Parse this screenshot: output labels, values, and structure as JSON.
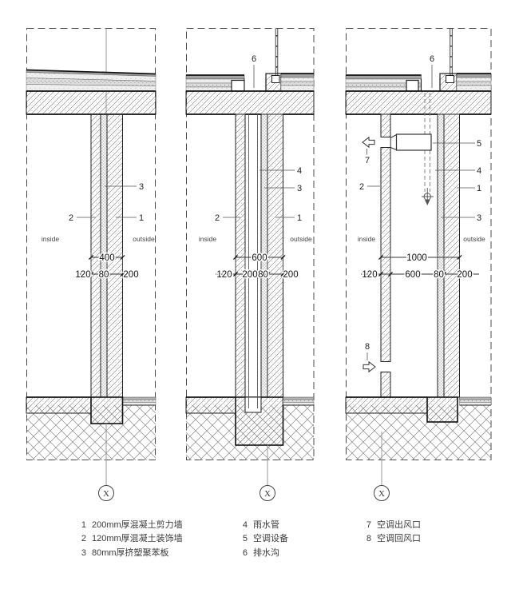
{
  "axis": {
    "label": "X"
  },
  "sides": {
    "inside": "inside",
    "outside": "outside"
  },
  "sections": {
    "s1": {
      "total": "400",
      "p1": "120",
      "p2": "80",
      "p3": "200",
      "c1": "1",
      "c2": "2",
      "c3": "3"
    },
    "s2": {
      "total": "600",
      "p1": "120",
      "p2": "200",
      "p3": "80",
      "p4": "200",
      "c1": "1",
      "c2": "2",
      "c3": "3",
      "c4": "4",
      "c6": "6"
    },
    "s3": {
      "total": "1000",
      "p1": "120",
      "p2": "600",
      "p3": "80",
      "p4": "200",
      "c1": "1",
      "c2": "2",
      "c3": "3",
      "c4": "4",
      "c5": "5",
      "c6": "6",
      "c7": "7",
      "c8": "8"
    }
  },
  "legend": {
    "col1": [
      {
        "n": "1",
        "t": "200mm厚混凝土剪力墙"
      },
      {
        "n": "2",
        "t": "120mm厚混凝土装饰墙"
      },
      {
        "n": "3",
        "t": "80mm厚挤塑聚苯板"
      }
    ],
    "col2": [
      {
        "n": "4",
        "t": "雨水管"
      },
      {
        "n": "5",
        "t": "空调设备"
      },
      {
        "n": "6",
        "t": "排水沟"
      }
    ],
    "col3": [
      {
        "n": "7",
        "t": "空调出风口"
      },
      {
        "n": "8",
        "t": "空调回风口"
      }
    ]
  }
}
